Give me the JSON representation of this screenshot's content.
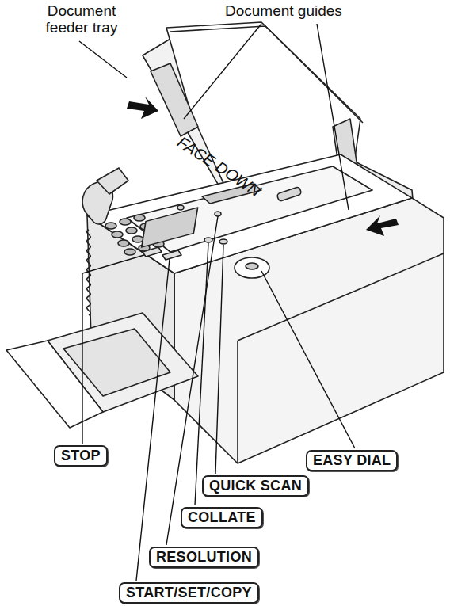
{
  "diagram": {
    "nodes": [
      {
        "text": [
          "STOP"
        ]
      },
      {
        "text": [
          "EASY DIAL"
        ]
      },
      {
        "text": [
          "QUICK SCAN"
        ]
      },
      {
        "text": [
          "COLLATE"
        ]
      },
      {
        "text": [
          "RESOLUTION"
        ]
      },
      {
        "text": [
          "START/SET/COPY"
        ]
      }
    ],
    "labels": [
      "Document feeder tray",
      "Document guides",
      "FACE DOWN"
    ]
  }
}
